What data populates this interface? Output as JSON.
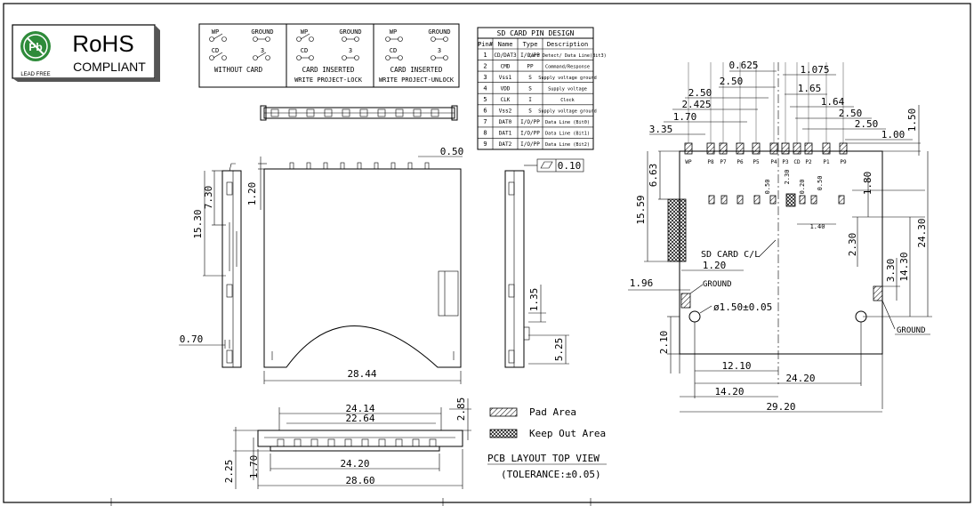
{
  "logo": {
    "rohs": "RoHS",
    "compliant": "COMPLIANT",
    "lead_free": "LEAD FREE",
    "badge_letter": "Pb"
  },
  "switch_states": [
    {
      "wp": "WP",
      "ground": "GROUND",
      "cd": "CD",
      "three": "3",
      "caption_line1": "WITHOUT CARD",
      "caption_line2": ""
    },
    {
      "wp": "WP",
      "ground": "GROUND",
      "cd": "CD",
      "three": "3",
      "caption_line1": "CARD INSERTED",
      "caption_line2": "WRITE PROJECT-LOCK"
    },
    {
      "wp": "WP",
      "ground": "GROUND",
      "cd": "CD",
      "three": "3",
      "caption_line1": "CARD INSERTED",
      "caption_line2": "WRITE PROJECT-UNLOCK"
    }
  ],
  "pin_table": {
    "title": "SD CARD PIN DESIGN",
    "headers": [
      "Pin#",
      "Name",
      "Type",
      "Description"
    ],
    "rows": [
      [
        "1",
        "CD/DAT3",
        "I/O/PP",
        "Card Detect/ Data Line(Bit3)"
      ],
      [
        "2",
        "CMD",
        "PP",
        "Command/Response"
      ],
      [
        "3",
        "Vss1",
        "S",
        "Supply voltage ground"
      ],
      [
        "4",
        "VDD",
        "S",
        "Supply voltage"
      ],
      [
        "5",
        "CLK",
        "I",
        "Clock"
      ],
      [
        "6",
        "Vss2",
        "S",
        "Supply voltage ground"
      ],
      [
        "7",
        "DAT0",
        "I/O/PP",
        "Data Line (Bit0)"
      ],
      [
        "8",
        "DAT1",
        "I/O/PP",
        "Data Line (Bit1)"
      ],
      [
        "9",
        "DAT2",
        "I/O/PP",
        "Data Line (Bit2)"
      ]
    ]
  },
  "side_view": {
    "dim_7_30": "7.30",
    "dim_15_30": "15.30",
    "dim_0_70": "0.70"
  },
  "front_view": {
    "dim_1_20": "1.20",
    "dim_0_50": "0.50",
    "dim_28_44": "28.44",
    "dim_1_35": "1.35",
    "dim_5_25": "5.25",
    "flatness": "0.10"
  },
  "bottom_view": {
    "dim_24_14": "24.14",
    "dim_22_64": "22.64",
    "dim_2_85": "2.85",
    "dim_24_20": "24.20",
    "dim_28_60": "28.60",
    "dim_2_25": "2.25",
    "dim_1_70": "1.70"
  },
  "legend": {
    "pad_area": "Pad Area",
    "keep_out_area": "Keep Out Area",
    "layout_title": "PCB LAYOUT TOP VIEW",
    "tolerance": "(TOLERANCE:±0.05)"
  },
  "pcb_layout": {
    "top_dims": [
      "0.625",
      "1.075",
      "2.50",
      "1.65",
      "2.50",
      "1.64",
      "2.425",
      "2.50",
      "1.70",
      "2.50",
      "3.35",
      "1.00",
      "1.50"
    ],
    "pad_labels": [
      "WP",
      "P8",
      "P7",
      "P6",
      "P5",
      "P4",
      "P3",
      "CD",
      "P2",
      "P1",
      "P9"
    ],
    "dim_6_63": "6.63",
    "dim_15_59": "15.59",
    "dim_0_50a": "0.50",
    "dim_2_30a": "2.30",
    "dim_0_20": "0.20",
    "dim_0_50b": "0.50",
    "dim_1_40": "1.40",
    "dim_1_80": "1.80",
    "sd_card_cl": "SD CARD C/L",
    "dim_2_30b": "2.30",
    "dim_24_30": "24.30",
    "dim_1_20": "1.20",
    "dim_1_96": "1.96",
    "ground_left": "GROUND",
    "hole_dia": "ø1.50±0.05",
    "dim_3_30": "3.30",
    "dim_14_30": "14.30",
    "ground_right": "GROUND",
    "dim_2_10": "2.10",
    "dim_12_10": "12.10",
    "dim_24_20": "24.20",
    "dim_14_20": "14.20",
    "dim_29_20": "29.20"
  }
}
